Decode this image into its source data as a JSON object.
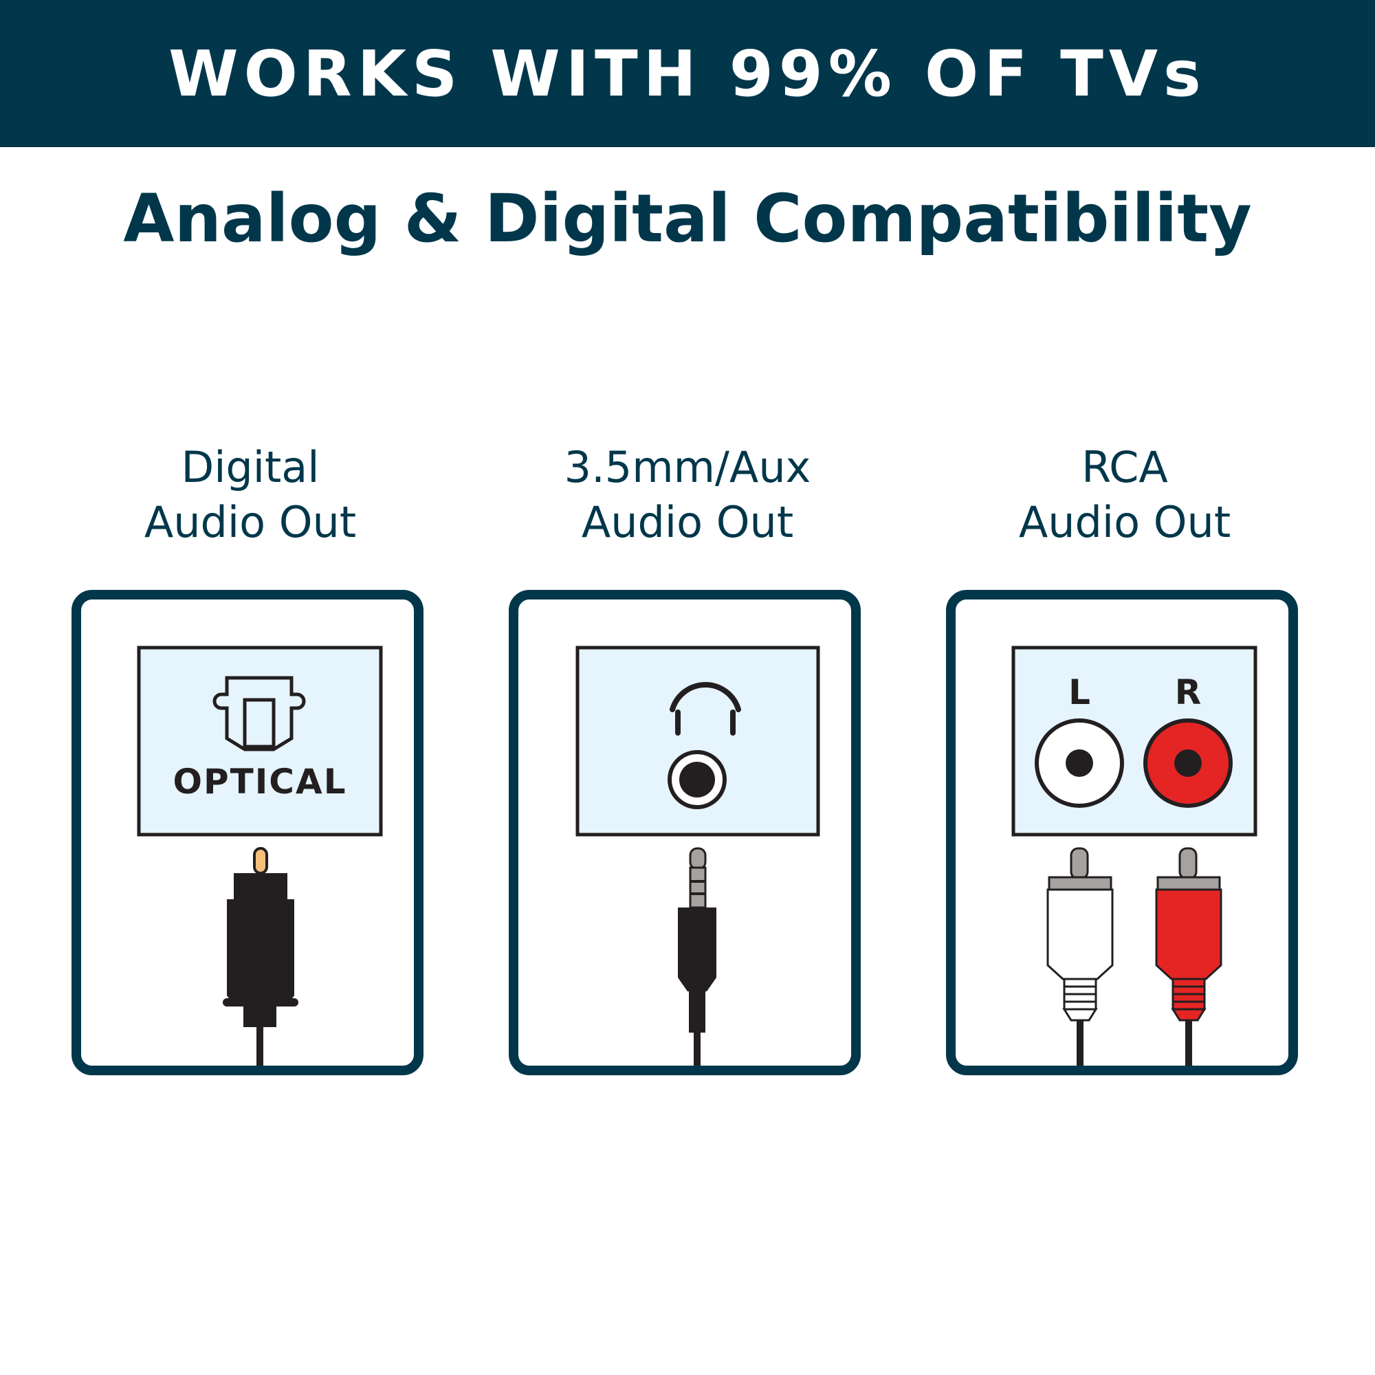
{
  "header": {
    "banner": "WORKS WITH 99% OF TVs"
  },
  "subtitle": "Analog & Digital Compatibility",
  "ports": [
    {
      "title_line1": "Digital",
      "title_line2": "Audio Out",
      "panel_text": "OPTICAL",
      "icon": "optical-port-icon",
      "plug": "toslink-plug-icon"
    },
    {
      "title_line1": "3.5mm/Aux",
      "title_line2": "Audio Out",
      "icon": "headphone-icon",
      "plug": "aux-plug-icon"
    },
    {
      "title_line1": "RCA",
      "title_line2": "Audio Out",
      "left_label": "L",
      "right_label": "R",
      "icon": "rca-jack-icon",
      "plug": "rca-plug-icon"
    }
  ],
  "colors": {
    "navy": "#02374b",
    "panel": "#e6f4fd",
    "plug": "#231f20",
    "gold": "#f4c07a",
    "rca_red": "#e52524",
    "tip_gray": "#a6a2a0"
  }
}
